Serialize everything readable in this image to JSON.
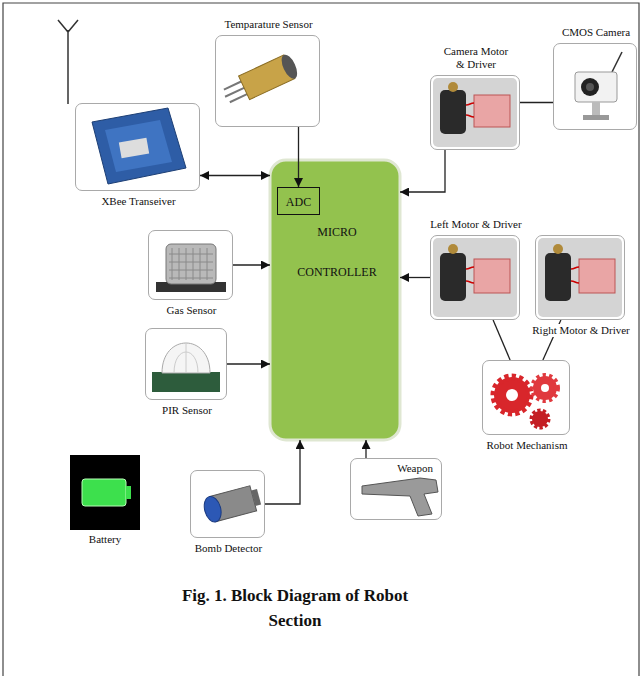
{
  "diagram": {
    "caption": "Fig. 1. Block Diagram of Robot Section",
    "nodes": [
      {
        "text": [
          "Temparature Sensor"
        ]
      },
      {
        "text": [
          "XBee Transeiver"
        ]
      },
      {
        "text": [
          "MICRO CONTROLLER"
        ]
      },
      {
        "text": [
          "ADC"
        ],
        "in": 2
      },
      {
        "text": [
          "Gas Sensor"
        ]
      },
      {
        "text": [
          "PIR Sensor"
        ]
      },
      {
        "text": [
          "Battery"
        ]
      },
      {
        "text": [
          "Bomb Detector"
        ]
      },
      {
        "text": [
          "Weapon"
        ]
      },
      {
        "text": [
          "Camera Motor & Driver"
        ]
      },
      {
        "text": [
          "CMOS Camera"
        ]
      },
      {
        "text": [
          "Left Motor & Driver"
        ]
      },
      {
        "text": [
          "Right Motor & Driver"
        ]
      },
      {
        "text": [
          "Robot Mechanism"
        ]
      }
    ],
    "edges": [
      {
        "from": 0,
        "to": 3,
        "arrow": "to"
      },
      {
        "from": 1,
        "to": 2,
        "arrow": "both"
      },
      {
        "from": 4,
        "to": 2,
        "arrow": "to"
      },
      {
        "from": 5,
        "to": 2,
        "arrow": "to"
      },
      {
        "from": 7,
        "to": 2,
        "arrow": "to"
      },
      {
        "from": 8,
        "to": 2,
        "arrow": "to"
      },
      {
        "from": 9,
        "to": 2,
        "arrow": "to"
      },
      {
        "from": 10,
        "to": 9,
        "arrow": "none"
      },
      {
        "from": 11,
        "to": 2,
        "arrow": "to"
      },
      {
        "from": 11,
        "to": 13,
        "arrow": "none"
      },
      {
        "from": 12,
        "to": 13,
        "arrow": "none"
      }
    ]
  }
}
